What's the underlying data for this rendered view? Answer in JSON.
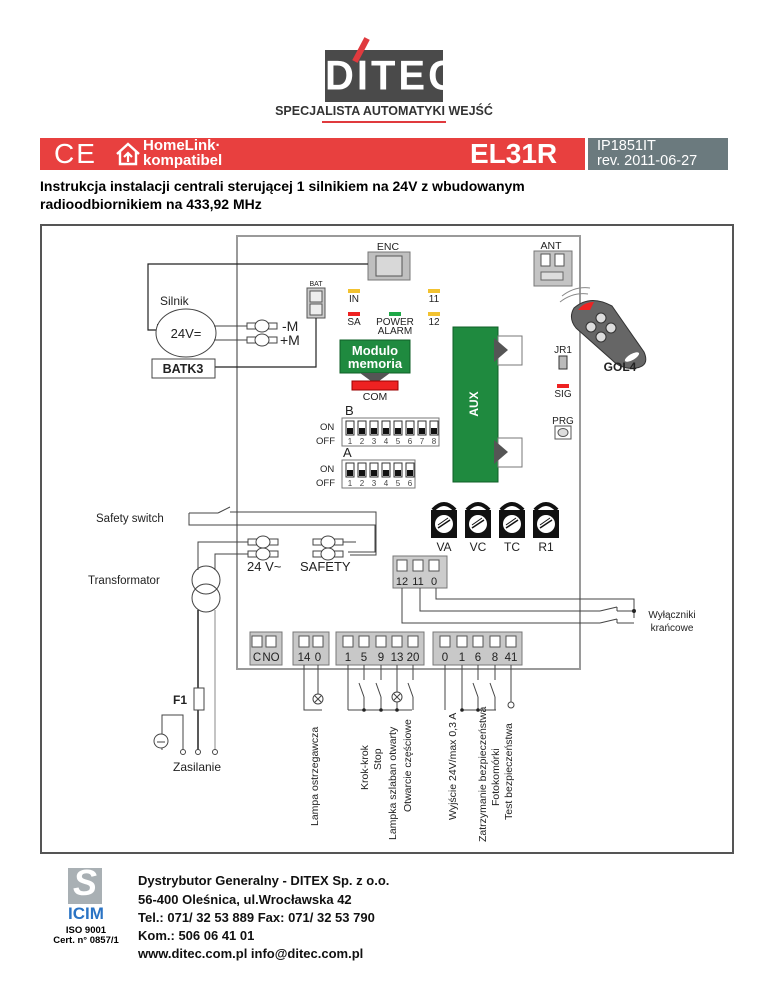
{
  "header": {
    "logo_text": "DITEC",
    "tagline": "SPECJALISTA AUTOMATYKI WEJŚĆ",
    "ce_mark": "CE",
    "homelink_line1": "HomeLink·",
    "homelink_line2": "kompatibel",
    "model": "EL31R",
    "doc_id": "IP1851IT",
    "doc_rev": "rev. 2011-06-27",
    "title_line1": "Instrukcja instalacji centrali sterującej 1 silnikiem na 24V z wbudowanym",
    "title_line2": "radioodbiornikiem na 433,92 MHz",
    "colors": {
      "banner_red": "#e8403f",
      "banner_gray": "#6b7a7e",
      "logo_gray": "#4a4a4a",
      "board_green": "#1f8a3f"
    }
  },
  "diagram": {
    "motor_label": "Silnik",
    "motor_voltage": "24V=",
    "motor_minus": "-M",
    "motor_plus": "+M",
    "battery_kit": "BATK3",
    "bat": "BAT",
    "enc": "ENC",
    "ant": "ANT",
    "leds": {
      "in": "IN",
      "sa": "SA",
      "power": "POWER",
      "alarm": "ALARM",
      "l11": "11",
      "l12": "12",
      "sig": "SIG"
    },
    "memory_module_1": "Modulo",
    "memory_module_2": "memoria",
    "com": "COM",
    "aux": "AUX",
    "jr1": "JR1",
    "prg": "PRG",
    "remote": "GOL4",
    "dip_b": {
      "label": "B",
      "on": "ON",
      "off": "OFF",
      "switches": [
        "1",
        "2",
        "3",
        "4",
        "5",
        "6",
        "7",
        "8"
      ]
    },
    "dip_a": {
      "label": "A",
      "on": "ON",
      "off": "OFF",
      "switches": [
        "1",
        "2",
        "3",
        "4",
        "5",
        "6"
      ]
    },
    "trimmers": [
      "VA",
      "VC",
      "TC",
      "R1"
    ],
    "safety_switch": "Safety switch",
    "transformer": "Transformator",
    "v24": "24 V~",
    "safety": "SAFETY",
    "limit_block": [
      "12",
      "11",
      "0"
    ],
    "limit_switches_1": "Wyłączniki",
    "limit_switches_2": "krańcowe",
    "terminals": {
      "relay": [
        "C",
        "NO"
      ],
      "lamp": [
        "14",
        "0"
      ],
      "commands": [
        "1",
        "5",
        "9",
        "13",
        "20"
      ],
      "safety": [
        "0",
        "1",
        "6",
        "8",
        "41"
      ]
    },
    "fuse": "F1",
    "power_supply": "Zasilanie",
    "vertical_labels": [
      "Lampa ostrzegawcza",
      "Krok-krok",
      "Stop",
      "Lampka szlaban otwarty",
      "Otwarcie częściowe",
      "Wyjście 24V/max 0,3 A",
      "Zatrzymanie bezpieczeństwa",
      "Fotokomórki",
      "Test bezpieczeństwa"
    ]
  },
  "footer": {
    "cert_logo": "ICIM",
    "iso": "ISO 9001",
    "cert": "Cert. n° 0857/1",
    "line1": "Dystrybutor Generalny - DITEX Sp. z o.o.",
    "line2": "56-400 Oleśnica, ul.Wrocławska 42",
    "line3": "Tel.: 071/ 32 53 889  Fax: 071/ 32 53 790",
    "line4": "Kom.: 506 06 41 01",
    "line5": "www.ditec.com.pl  info@ditec.com.pl"
  }
}
